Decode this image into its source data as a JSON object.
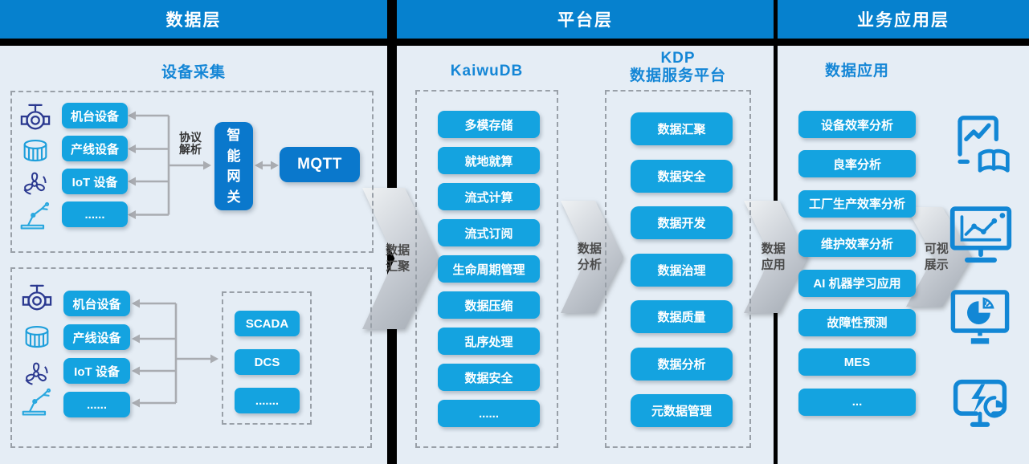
{
  "headers": {
    "data_layer": "数据层",
    "platform_layer": "平台层",
    "application_layer": "业务应用层"
  },
  "data_layer": {
    "section_title": "设备采集",
    "top_group": {
      "devices": [
        "机台设备",
        "产线设备",
        "IoT 设备",
        "......"
      ],
      "protocol_label": "协议\n解析",
      "gateway_label": "智能网关",
      "mqtt_label": "MQTT",
      "icons": [
        "valve-icon",
        "motor-drum-icon",
        "fan-icon",
        "robot-arm-icon"
      ]
    },
    "bottom_group": {
      "devices": [
        "机台设备",
        "产线设备",
        "IoT 设备",
        "......"
      ],
      "systems": [
        "SCADA",
        "DCS",
        "......."
      ],
      "icons": [
        "valve-icon",
        "motor-drum-icon",
        "fan-icon",
        "robot-arm-icon"
      ]
    }
  },
  "platform_layer": {
    "kaiwudb": {
      "title": "KaiwuDB",
      "items": [
        "多模存储",
        "就地就算",
        "流式计算",
        "流式订阅",
        "生命周期管理",
        "数据压缩",
        "乱序处理",
        "数据安全",
        "......"
      ]
    },
    "kdp": {
      "title": "KDP\n数据服务平台",
      "items": [
        "数据汇聚",
        "数据安全",
        "数据开发",
        "数据治理",
        "数据质量",
        "数据分析",
        "元数据管理"
      ]
    }
  },
  "application_layer": {
    "section_title": "数据应用",
    "items": [
      "设备效率分析",
      "良率分析",
      "工厂生产效率分析",
      "维护效率分析",
      "AI 机器学习应用",
      "故障性预测",
      "MES",
      "..."
    ],
    "icons": [
      "report-trend-book-icon",
      "monitor-line-chart-icon",
      "monitor-pie-chart-icon",
      "monitor-energy-gauge-icon"
    ]
  },
  "flow_arrows": {
    "aggregate": "数据\n汇聚",
    "analyze": "数据\n分析",
    "apply": "数据\n应用",
    "visualize": "可视\n展示"
  },
  "colors": {
    "layer_header_blue": "#0681CE",
    "solid_box_blue": "#0A78CC",
    "item_blue": "#14A3E0",
    "panel_bg": "#E5EDF5",
    "accent_text_blue": "#1486D6",
    "connector_gray": "#A9ACB1"
  }
}
